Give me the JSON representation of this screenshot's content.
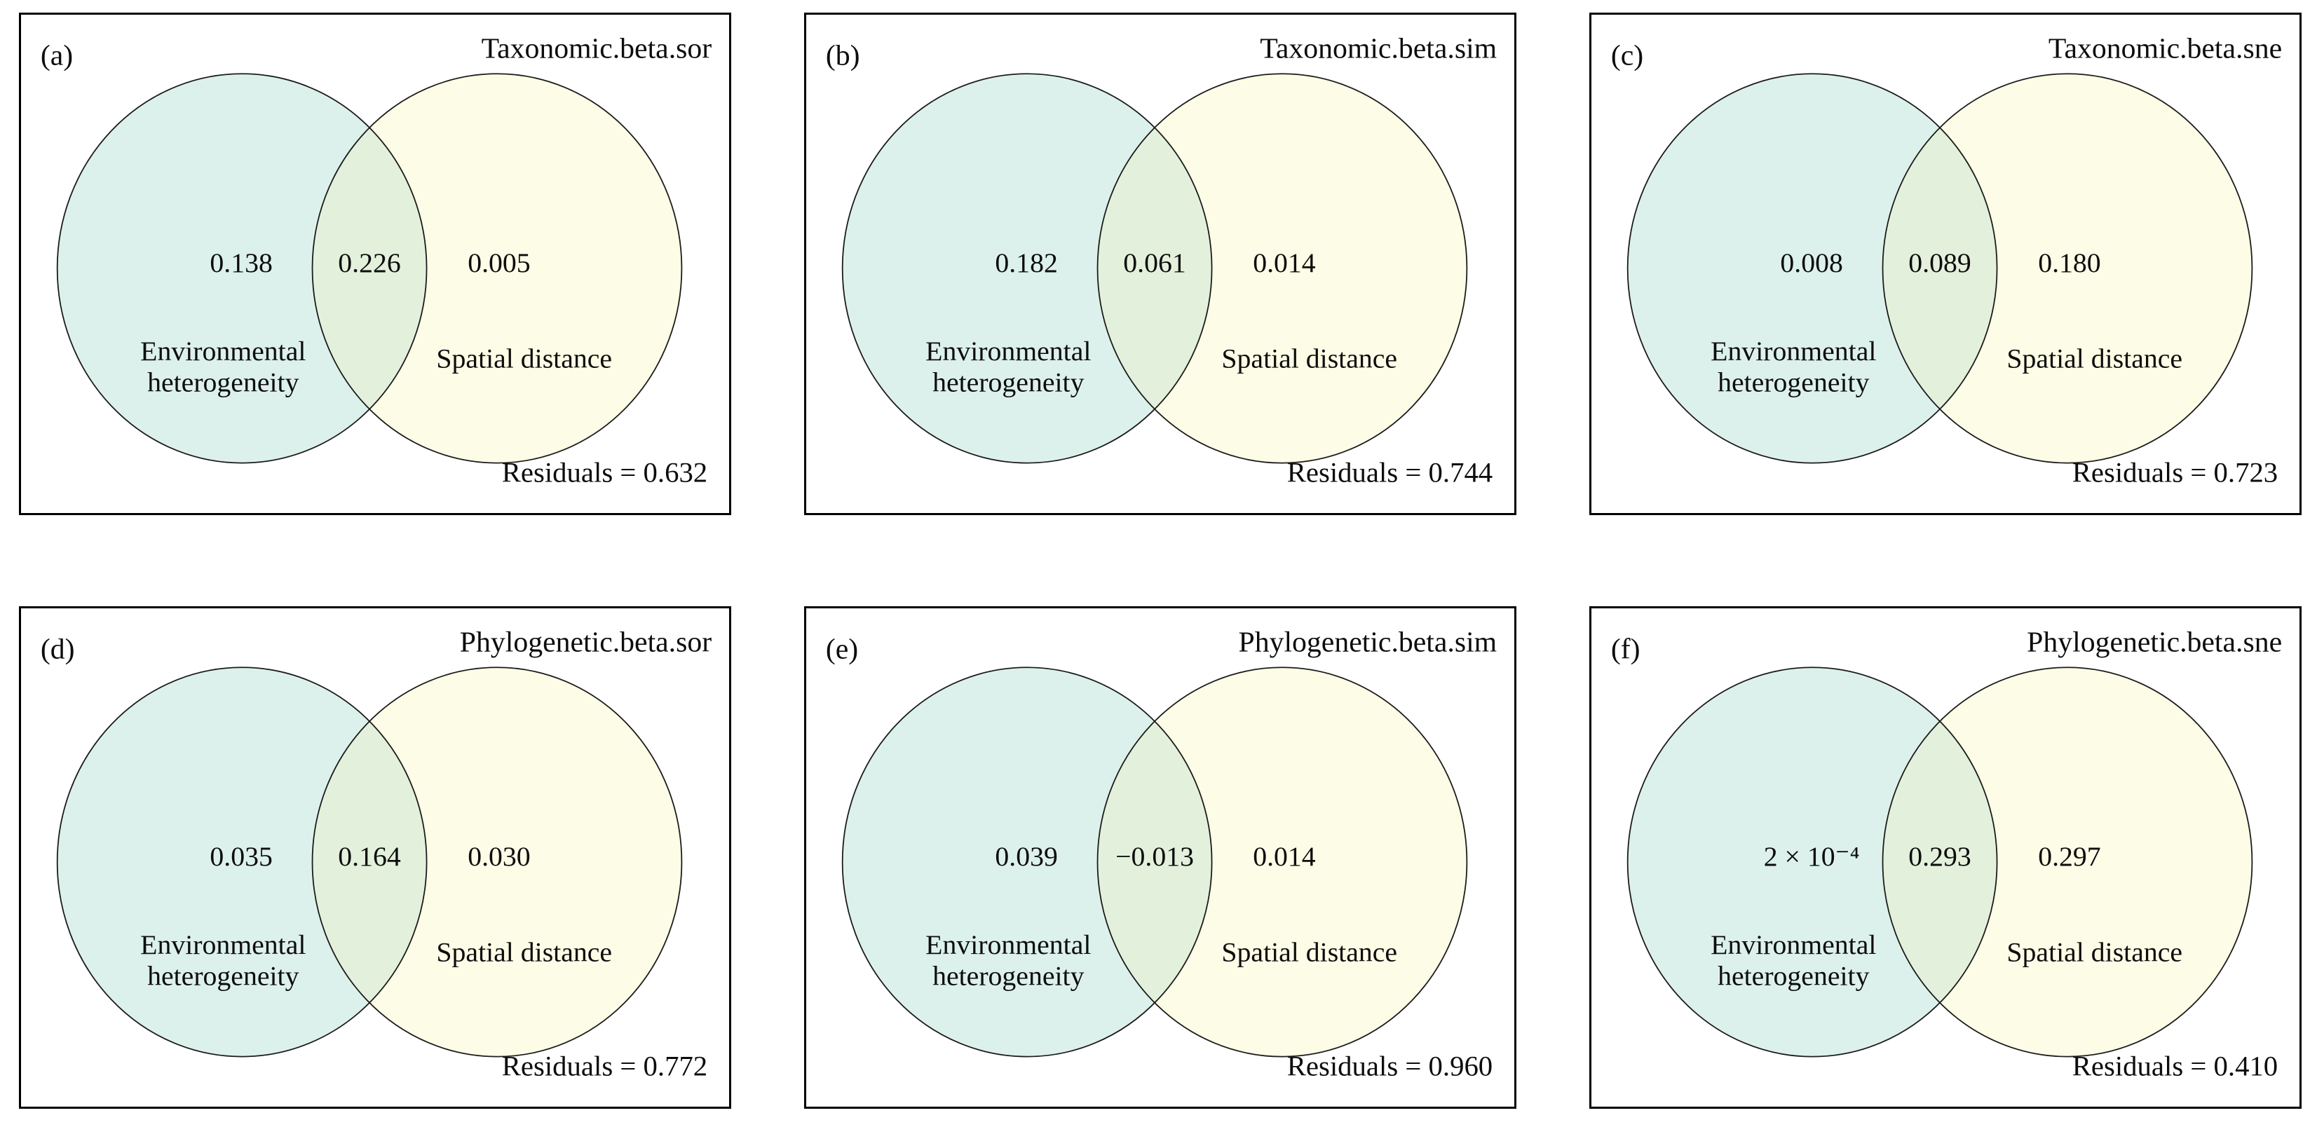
{
  "figure": {
    "description": "Variance partitioning Venn diagrams of environmental heterogeneity vs spatial distance for taxonomic and phylogenetic beta diversity",
    "colors": {
      "left_fill": "#ddf1ec",
      "right_fill": "#fdfce6",
      "overlap_fill": "#e3f1dc",
      "outline": "#1b1b1b",
      "text": "#0d0d0d"
    },
    "panels": [
      {
        "corner": "(a)",
        "title": "Taxonomic.beta.sor",
        "left_value": "0.138",
        "overlap_value": "0.226",
        "right_value": "0.005",
        "residuals": "Residuals = 0.632",
        "env_line1": "Environmental",
        "env_line2": "heterogeneity",
        "spa_label": "Spatial distance",
        "env_label_color": "#111111",
        "spa_label_color": "#111111"
      },
      {
        "corner": "(b)",
        "title": "Taxonomic.beta.sim",
        "left_value": "0.182",
        "overlap_value": "0.061",
        "right_value": "0.014",
        "residuals": "Residuals = 0.744",
        "env_line1": "Environmental",
        "env_line2": "heterogeneity",
        "spa_label": "Spatial distance",
        "env_label_color": "#2c4b41",
        "spa_label_color": "#4c4a26"
      },
      {
        "corner": "(c)",
        "title": "Taxonomic.beta.sne",
        "left_value": "0.008",
        "overlap_value": "0.089",
        "right_value": "0.180",
        "residuals": "Residuals = 0.723",
        "env_line1": "Environmental",
        "env_line2": "heterogeneity",
        "spa_label": "Spatial distance",
        "env_label_color": "#2c4b41",
        "spa_label_color": "#4c4a26"
      },
      {
        "corner": "(d)",
        "title": "Phylogenetic.beta.sor",
        "left_value": "0.035",
        "overlap_value": "0.164",
        "right_value": "0.030",
        "residuals": "Residuals = 0.772",
        "env_line1": "Environmental",
        "env_line2": "heterogeneity",
        "spa_label": "Spatial distance",
        "env_label_color": "#2c4b41",
        "spa_label_color": "#4c4a26"
      },
      {
        "corner": "(e)",
        "title": "Phylogenetic.beta.sim",
        "left_value": "0.039",
        "overlap_value": "−0.013",
        "right_value": "0.014",
        "residuals": "Residuals = 0.960",
        "env_line1": "Environmental",
        "env_line2": "heterogeneity",
        "spa_label": "Spatial distance",
        "env_label_color": "#2c4b41",
        "spa_label_color": "#4c4a26"
      },
      {
        "corner": "(f)",
        "title": "Phylogenetic.beta.sne",
        "left_value": "2 × 10⁻⁴",
        "overlap_value": "0.293",
        "right_value": "0.297",
        "residuals": "Residuals = 0.410",
        "env_line1": "Environmental",
        "env_line2": "heterogeneity",
        "spa_label": "Spatial distance",
        "env_label_color": "#2c4b41",
        "spa_label_color": "#4c4a26"
      }
    ]
  },
  "chart_data": [
    {
      "type": "venn",
      "panel": "(a)",
      "title": "Taxonomic.beta.sor",
      "sets": [
        "Environmental heterogeneity",
        "Spatial distance"
      ],
      "environment_only": 0.138,
      "shared": 0.226,
      "spatial_only": 0.005,
      "residuals": 0.632
    },
    {
      "type": "venn",
      "panel": "(b)",
      "title": "Taxonomic.beta.sim",
      "sets": [
        "Environmental heterogeneity",
        "Spatial distance"
      ],
      "environment_only": 0.182,
      "shared": 0.061,
      "spatial_only": 0.014,
      "residuals": 0.744
    },
    {
      "type": "venn",
      "panel": "(c)",
      "title": "Taxonomic.beta.sne",
      "sets": [
        "Environmental heterogeneity",
        "Spatial distance"
      ],
      "environment_only": 0.008,
      "shared": 0.089,
      "spatial_only": 0.18,
      "residuals": 0.723
    },
    {
      "type": "venn",
      "panel": "(d)",
      "title": "Phylogenetic.beta.sor",
      "sets": [
        "Environmental heterogeneity",
        "Spatial distance"
      ],
      "environment_only": 0.035,
      "shared": 0.164,
      "spatial_only": 0.03,
      "residuals": 0.772
    },
    {
      "type": "venn",
      "panel": "(e)",
      "title": "Phylogenetic.beta.sim",
      "sets": [
        "Environmental heterogeneity",
        "Spatial distance"
      ],
      "environment_only": 0.039,
      "shared": -0.013,
      "spatial_only": 0.014,
      "residuals": 0.96
    },
    {
      "type": "venn",
      "panel": "(f)",
      "title": "Phylogenetic.beta.sne",
      "sets": [
        "Environmental heterogeneity",
        "Spatial distance"
      ],
      "environment_only": 0.0002,
      "shared": 0.293,
      "spatial_only": 0.297,
      "residuals": 0.41
    }
  ]
}
